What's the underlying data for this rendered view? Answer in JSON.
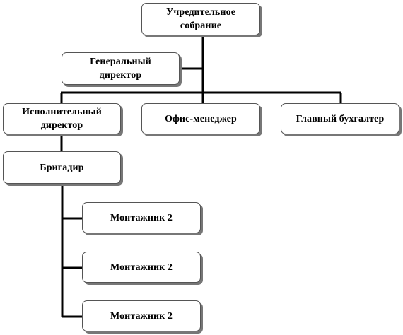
{
  "nodes": {
    "founders_assembly": "Учредительное\nсобрание",
    "general_director": "Генеральный\nдиректор",
    "executive_director": "Исполнительный\nдиректор",
    "office_manager": "Офис-менеджер",
    "chief_accountant": "Главный  бухгалтер",
    "foreman": "Бригадир",
    "installers": [
      "Монтажник  2",
      "Монтажник  2",
      "Монтажник  2"
    ]
  },
  "colors": {
    "line": "#000000",
    "border": "#555555",
    "shadow": "#777777"
  }
}
